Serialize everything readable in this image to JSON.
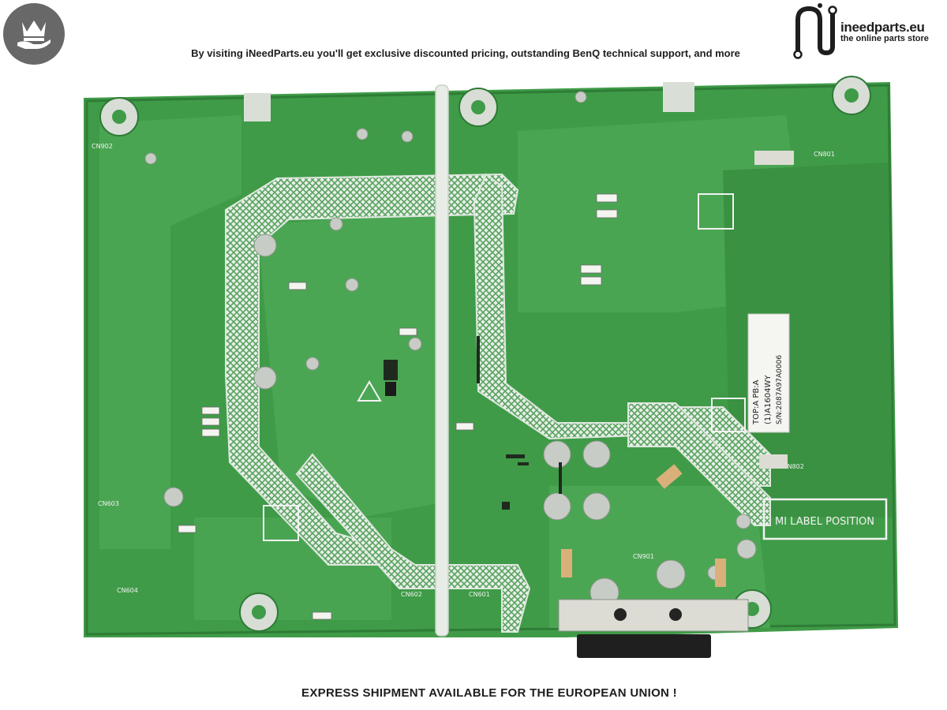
{
  "header": {
    "promo_text": "By visiting iNeedParts.eu you'll get exclusive discounted pricing, outstanding BenQ technical support, and more",
    "badge_icon": "crown-on-hand-icon"
  },
  "brand": {
    "name": "ineedparts.eu",
    "tagline": "the online parts store",
    "logo_icon": "n-circuit-logo-icon"
  },
  "board": {
    "label_box": "MI LABEL POSITION",
    "sticker_line1": "TOP:A PB:A",
    "sticker_line2": "(1)A1604WY",
    "sticker_line3": "S/N:2087A97A0006",
    "connectors": [
      "CN902",
      "CN801",
      "CN802",
      "CN901",
      "CN602",
      "CN601",
      "CN604",
      "CN603"
    ],
    "colors": {
      "pcb": "#3f9b47",
      "pcb_dark": "#2e7d36",
      "silkscreen": "#f2f2f2",
      "pad": "#c9c9c9"
    }
  },
  "footer": {
    "shipping_text": "EXPRESS SHIPMENT AVAILABLE FOR THE EUROPEAN UNION !"
  }
}
